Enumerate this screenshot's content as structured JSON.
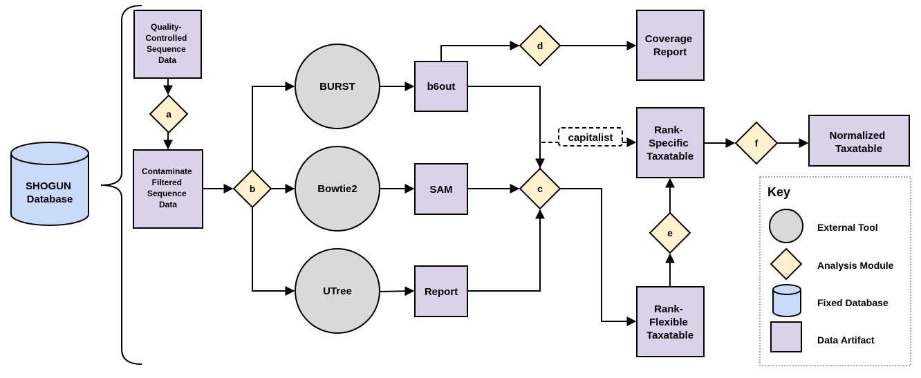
{
  "nodes": {
    "shogun_db": [
      "SHOGUN",
      "Database"
    ],
    "qc_data": [
      "Quality-",
      "Controlled",
      "Sequence",
      "Data"
    ],
    "cf_data": [
      "Contaminate",
      "Filtered",
      "Sequence",
      "Data"
    ],
    "a": "a",
    "b": "b",
    "c": "c",
    "d": "d",
    "e": "e",
    "f": "f",
    "burst": "BURST",
    "bowtie2": "Bowtie2",
    "utree": "UTree",
    "b6out": "b6out",
    "sam": "SAM",
    "report": "Report",
    "coverage": [
      "Coverage",
      "Report"
    ],
    "rank_specific": [
      "Rank-",
      "Specific",
      "Taxatable"
    ],
    "rank_flexible": [
      "Rank-",
      "Flexible",
      "Taxatable"
    ],
    "normalized": [
      "Normalized",
      "Taxatable"
    ],
    "capitalist": "capitalist"
  },
  "key": {
    "title": "Key",
    "items": [
      {
        "shape": "circle",
        "label": "External Tool"
      },
      {
        "shape": "diamond",
        "label": "Analysis Module"
      },
      {
        "shape": "cylinder",
        "label": "Fixed Database"
      },
      {
        "shape": "square",
        "label": "Data Artifact"
      }
    ]
  },
  "colors": {
    "artifact": "#d9d2e9",
    "tool": "#d9d9d9",
    "module": "#fff2cc",
    "database": "#c9daf8"
  }
}
